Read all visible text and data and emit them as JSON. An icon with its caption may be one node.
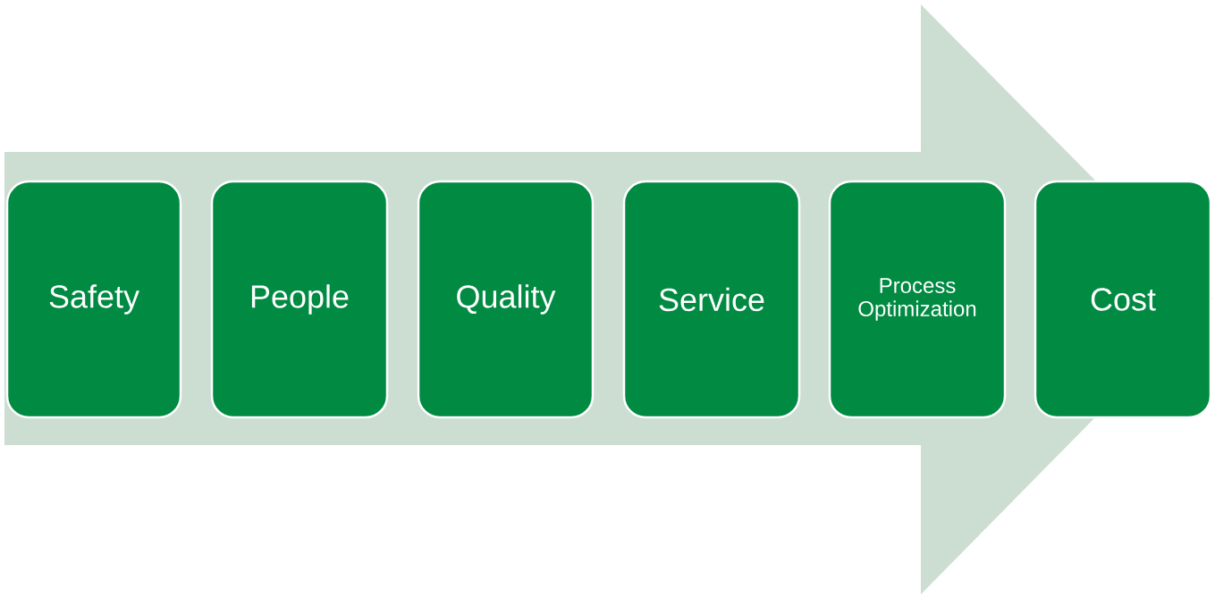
{
  "diagram": {
    "nodes": [
      {
        "text": [
          "Safety"
        ]
      },
      {
        "text": [
          "People"
        ]
      },
      {
        "text": [
          "Quality"
        ]
      },
      {
        "text": [
          "Service"
        ]
      },
      {
        "text": [
          "Process Optimization"
        ]
      },
      {
        "text": [
          "Cost"
        ]
      }
    ],
    "edges": [
      {
        "from": 0,
        "to": 5,
        "arrow": "to"
      }
    ]
  }
}
